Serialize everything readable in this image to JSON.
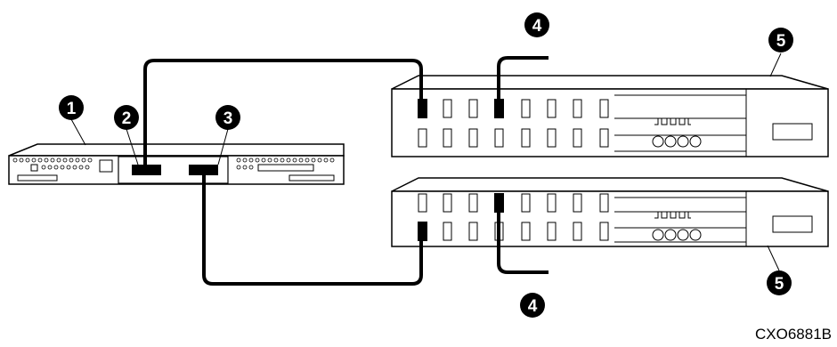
{
  "callouts": [
    {
      "id": "callout-1",
      "label": "1"
    },
    {
      "id": "callout-2",
      "label": "2"
    },
    {
      "id": "callout-3",
      "label": "3"
    },
    {
      "id": "callout-4-top",
      "label": "4"
    },
    {
      "id": "callout-4-bottom",
      "label": "4"
    },
    {
      "id": "callout-5-top",
      "label": "5"
    },
    {
      "id": "callout-5-bottom",
      "label": "5"
    }
  ],
  "figure_id": "CXO6881B",
  "colors": {
    "line": "#000000",
    "background": "#ffffff",
    "callout_fill": "#000000",
    "callout_text": "#ffffff"
  }
}
